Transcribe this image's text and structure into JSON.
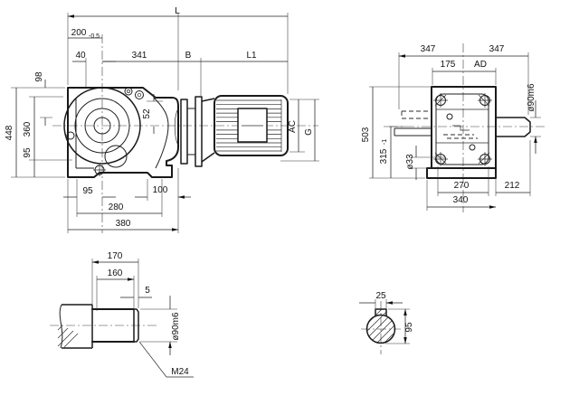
{
  "colors": {
    "background": "#ffffff",
    "ink": "#1a1a1a",
    "dim_ink": "#222222"
  },
  "views": {
    "main": {
      "dims": {
        "L": "L",
        "len200": "200",
        "len200_tol": "-0.5",
        "len40": "40",
        "len341": "341",
        "lenB": "B",
        "lenL1": "L1",
        "h448": "448",
        "h360": "360",
        "h95": "95",
        "h98": "98",
        "h52": "52",
        "w95": "95",
        "w100": "100",
        "w280": "280",
        "w380": "380",
        "AC": "AC",
        "G": "G"
      }
    },
    "right": {
      "dims": {
        "w347a": "347",
        "w347b": "347",
        "w175": "175",
        "AD": "AD",
        "h503": "503",
        "h315": "315",
        "h315_tol": "-1",
        "hole33": "ø33",
        "shaft90": "ø90m6",
        "w270": "270",
        "w212": "212",
        "w340": "340"
      }
    },
    "shaft": {
      "dims": {
        "l170": "170",
        "l160": "160",
        "l5": "5",
        "dia90": "ø90m6",
        "thread": "M24"
      }
    },
    "section": {
      "dims": {
        "key25": "25",
        "h95": "95"
      }
    }
  }
}
